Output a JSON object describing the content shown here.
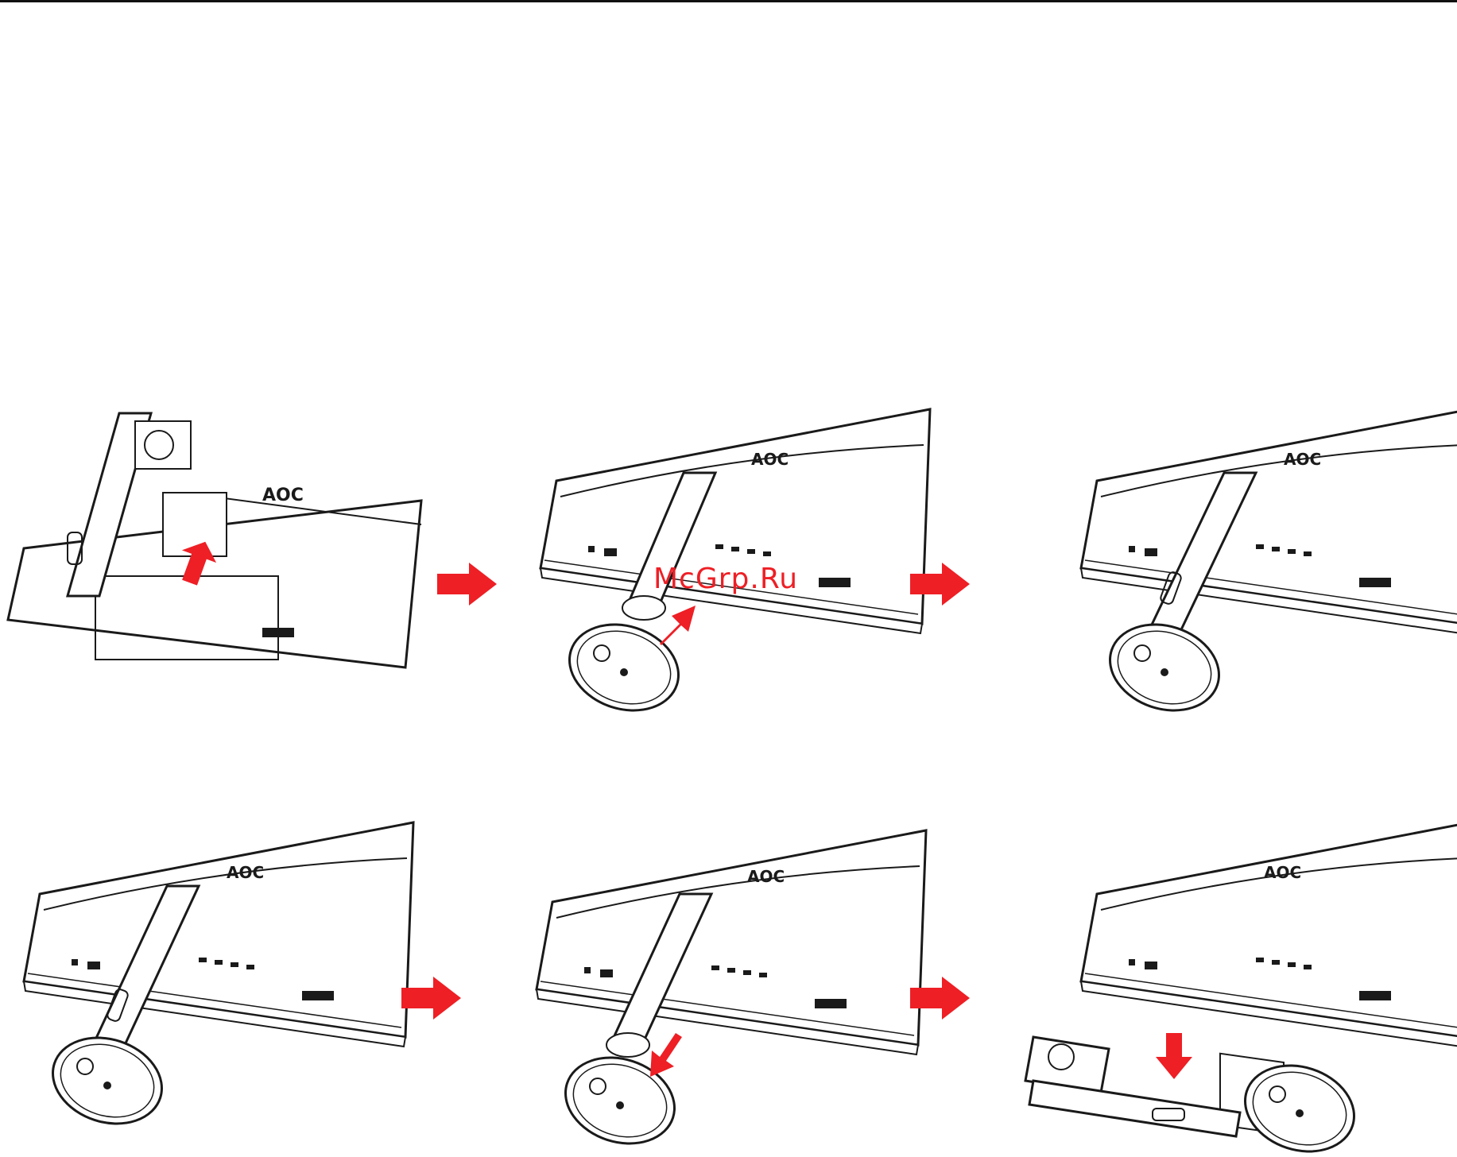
{
  "page": {
    "watermark": "McGrp.Ru",
    "brand_logo": "AOC"
  },
  "steps": [
    {
      "id": 1,
      "kind": "lift-stand-off-back",
      "arrow": "up"
    },
    {
      "id": 2,
      "kind": "base-approach-stand",
      "arrow": "up-right"
    },
    {
      "id": 3,
      "kind": "base-attached",
      "arrow": "none"
    },
    {
      "id": 4,
      "kind": "assembled-stand",
      "arrow": "none"
    },
    {
      "id": 5,
      "kind": "base-removed",
      "arrow": "down-left"
    },
    {
      "id": 6,
      "kind": "stand-and-base-detached",
      "arrow": "down"
    }
  ],
  "colors": {
    "arrow": "#ee1f25",
    "line": "#1a1a1a"
  },
  "icons": [
    "arrow-right-icon",
    "arrow-up-icon",
    "arrow-down-icon"
  ]
}
